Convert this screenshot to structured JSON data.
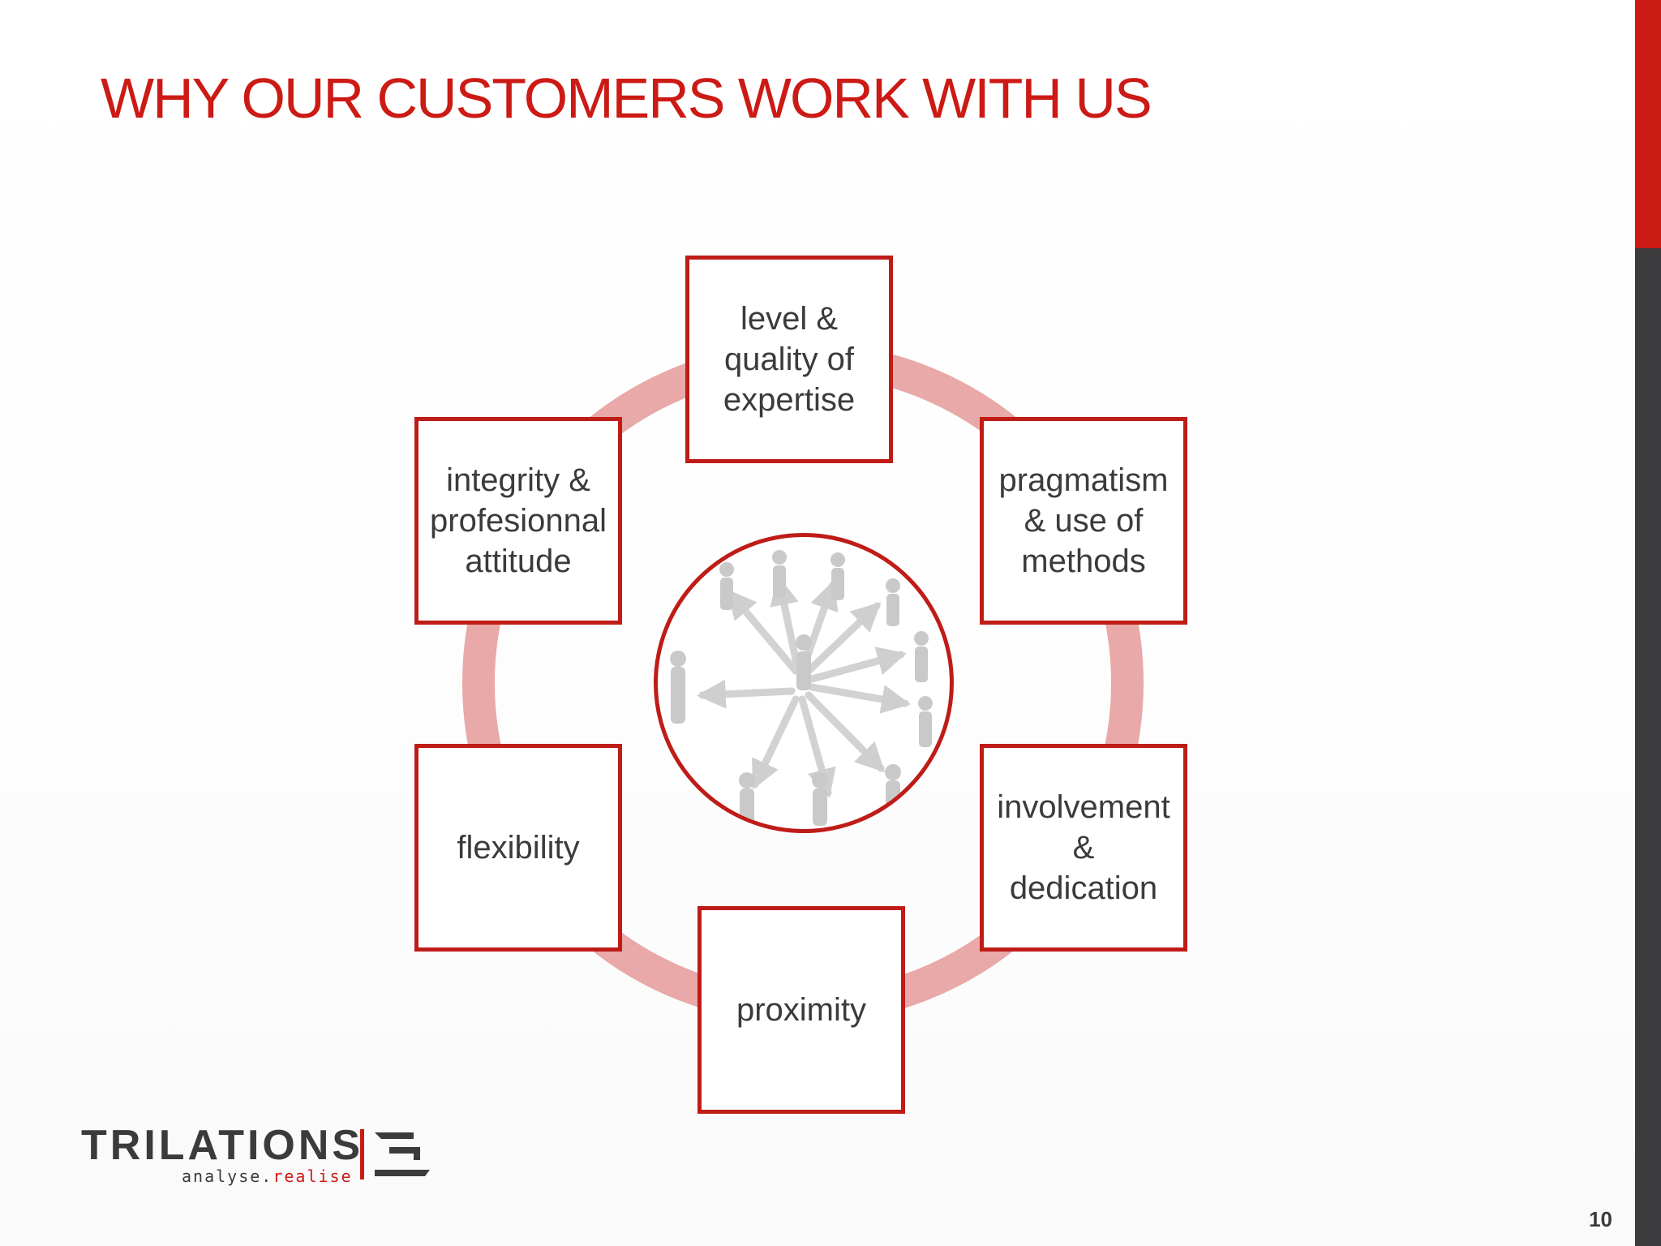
{
  "slide": {
    "title": "WHY OUR CUSTOMERS WORK WITH US",
    "page_number": "10",
    "colors": {
      "accent": "#cc1a14",
      "box_border": "#bf1c18",
      "ring": "#e8a9a8",
      "text": "#3b3b3e",
      "side_dark": "#3b3b3e"
    }
  },
  "diagram": {
    "center_icon": "people-network-icon",
    "boxes": {
      "top": "level &\nquality of\nexpertise",
      "upper_right": "pragmatism\n& use of\nmethods",
      "lower_right": "involvement\n&\n dedication",
      "bottom": "proximity",
      "lower_left": "flexibility",
      "upper_left": "integrity &\nprofesionnal\nattitude"
    }
  },
  "logo": {
    "wordmark": "TRILATIONS",
    "tagline_left": "analyse.",
    "tagline_right": "realise",
    "mark_icon": "trilations-bracket-icon"
  }
}
